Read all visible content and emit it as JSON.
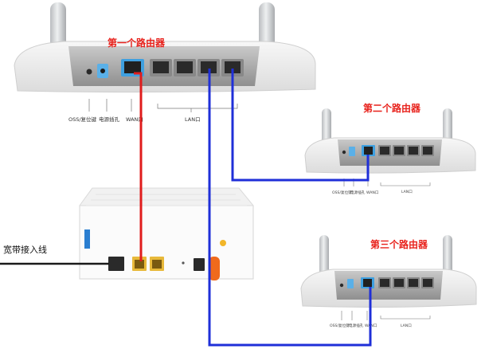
{
  "router1": {
    "title": "第一个路由器",
    "labels": {
      "oss": "OSS/复位键",
      "power": "电源插孔",
      "wan": "WAN口",
      "lan": "LAN口"
    }
  },
  "router2": {
    "title": "第二个路由器",
    "labels": {
      "oss": "OSS/复位键",
      "power": "电源插孔",
      "wan": "WAN口",
      "lan": "LAN口"
    }
  },
  "router3": {
    "title": "第三个路由器",
    "labels": {
      "oss": "OSS/复位键",
      "power": "电源插孔",
      "wan": "WAN口",
      "lan": "LAN口"
    }
  },
  "modem": {
    "label": "宽带接入线"
  },
  "colors": {
    "wan_cable": "#e01c1c",
    "lan_cable": "#1f2fd8",
    "wan_port": "#3fa0e0",
    "modem_port": "#e8b93a"
  }
}
